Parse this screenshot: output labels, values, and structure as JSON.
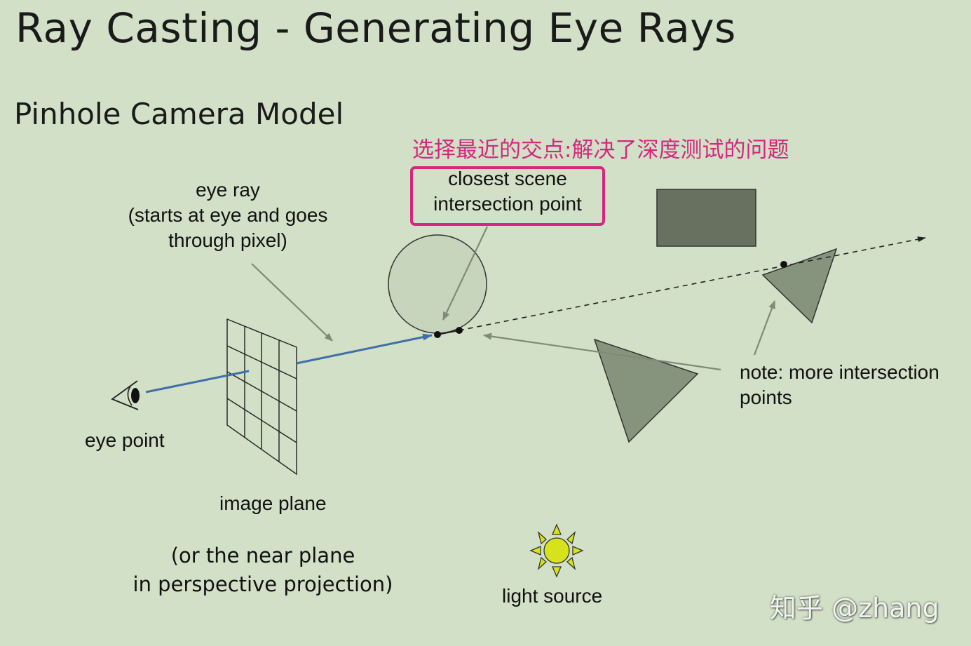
{
  "slide": {
    "title": "Ray Casting - Generating Eye Rays",
    "subtitle": "Pinhole Camera Model",
    "annotation": "选择最近的交点:解决了深度测试的问题"
  },
  "labels": {
    "eye_ray": [
      "eye ray",
      "(starts at eye and goes",
      "through pixel)"
    ],
    "closest_intersection": [
      "closest scene",
      "intersection point"
    ],
    "eye_point": "eye point",
    "image_plane": "image plane",
    "near_plane": [
      "(or the near plane",
      "in perspective projection)"
    ],
    "light_source": "light source",
    "note": [
      "note: more intersection",
      "points"
    ]
  },
  "watermark": "知乎 @zhang",
  "colors": {
    "background": "#d1e0c6",
    "ray": "#3f6fa8",
    "annotation": "#d6277e",
    "object_fill": "#87947d",
    "box_fill": "#68705f",
    "sphere_fill": "#c8d5bd",
    "leader_line": "#7f8a78",
    "sun": "#d6e21c"
  },
  "icons": [
    "eye-icon",
    "sun-icon"
  ]
}
